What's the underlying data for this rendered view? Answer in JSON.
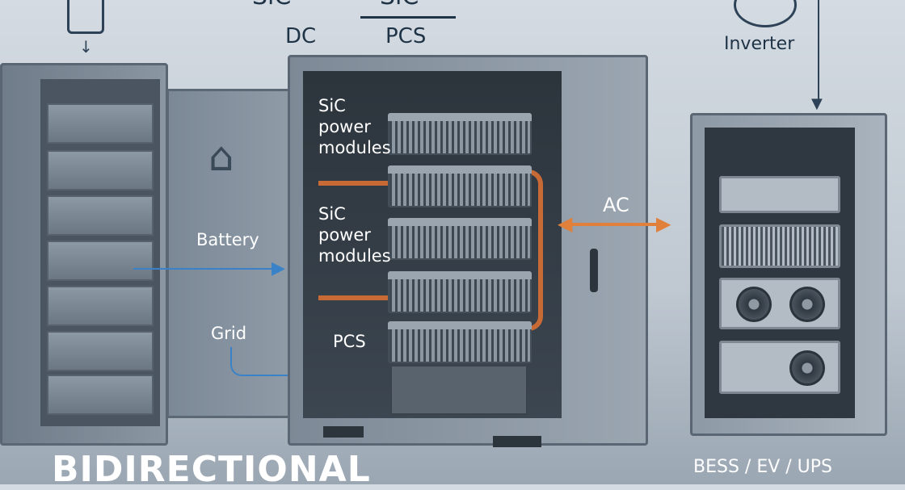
{
  "top_labels": {
    "sic_partial_left": "SiC",
    "sic_partial_center": "SiC",
    "dc": "DC",
    "pcs": "PCS",
    "inverter": "Inverter"
  },
  "center_labels": {
    "sic_modules_1": "SiC power modules",
    "sic_modules_2": "SiC power modules",
    "pcs": "PCS",
    "ac": "AC"
  },
  "left_labels": {
    "battery": "Battery",
    "grid": "Grid"
  },
  "bottom": {
    "title": "BIDIRECTIONAL",
    "applications": "BESS / EV / UPS"
  },
  "colors": {
    "blue_arrow": "#3a82c8",
    "orange_arrow": "#e0803a",
    "copper": "#c86a35"
  }
}
